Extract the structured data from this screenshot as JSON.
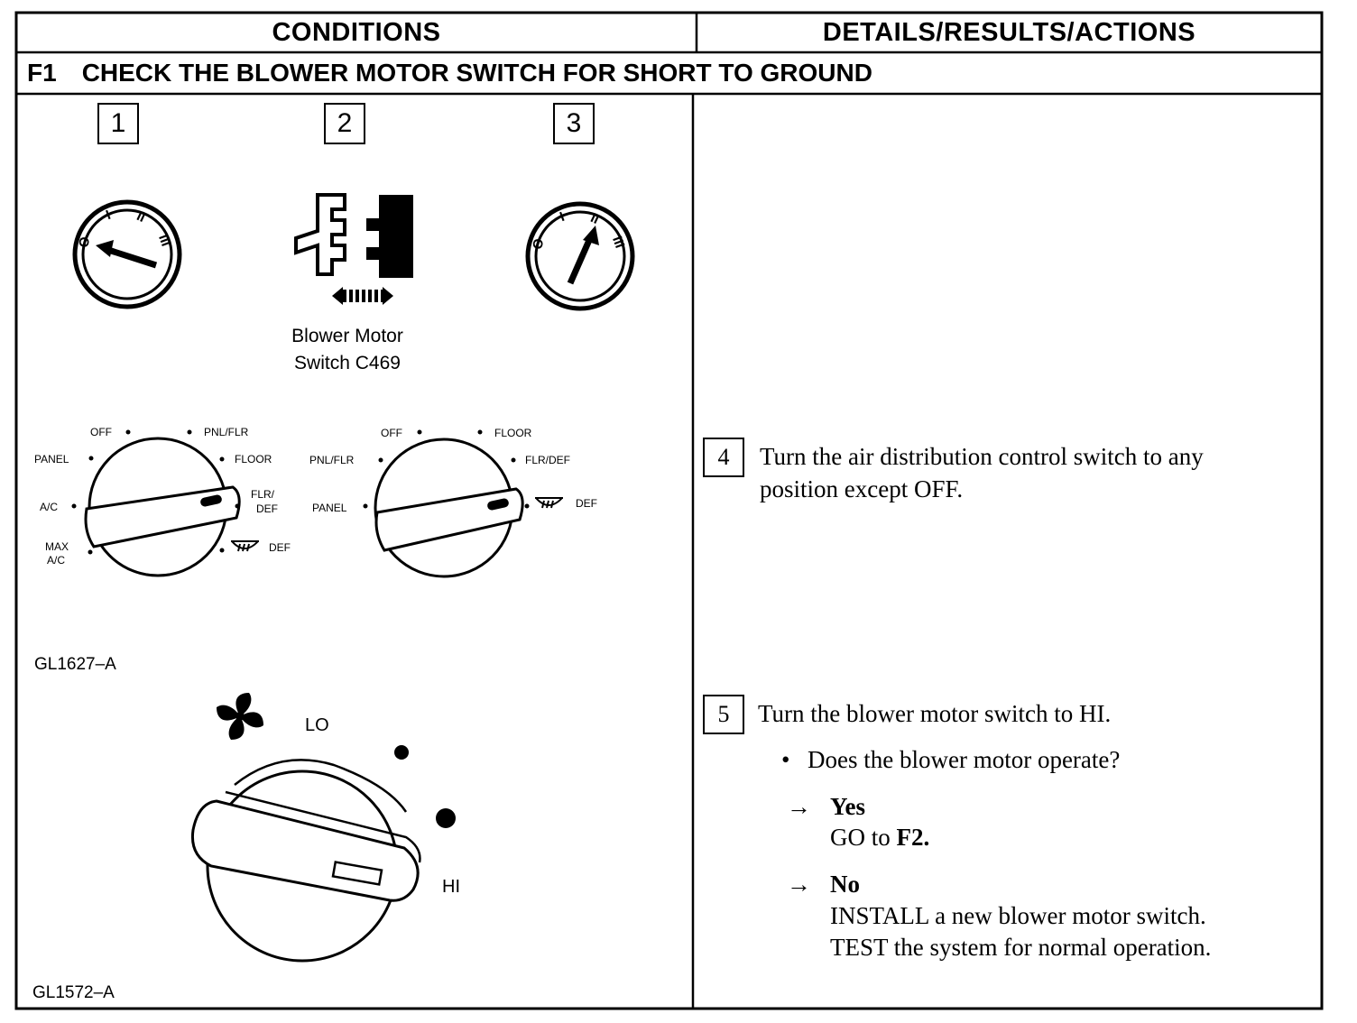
{
  "header": {
    "conditions": "CONDITIONS",
    "details": "DETAILS/RESULTS/ACTIONS"
  },
  "test": {
    "id": "F1",
    "title": "CHECK THE BLOWER MOTOR SWITCH FOR SHORT TO GROUND"
  },
  "figure1": {
    "steps": [
      "1",
      "2",
      "3"
    ],
    "switch_label_line1": "Blower Motor",
    "switch_label_line2": "Switch C469",
    "ignition_positions": [
      "O",
      "I",
      "II",
      "III"
    ],
    "dial_left": {
      "off": "OFF",
      "pnl_flr": "PNL/FLR",
      "panel": "PANEL",
      "floor": "FLOOR",
      "ac": "A/C",
      "flr_def_1": "FLR/",
      "flr_def_2": "DEF",
      "max_ac_1": "MAX",
      "max_ac_2": "A/C",
      "def": "DEF"
    },
    "dial_right": {
      "off": "OFF",
      "floor": "FLOOR",
      "pnl_flr": "PNL/FLR",
      "flr_def": "FLR/DEF",
      "panel": "PANEL",
      "def": "DEF"
    },
    "code": "GL1627–A"
  },
  "figure2": {
    "lo": "LO",
    "hi": "HI",
    "code": "GL1572–A"
  },
  "step4": {
    "num": "4",
    "line1": "Turn the air distribution control switch to any",
    "line2": "position except OFF."
  },
  "step5": {
    "num": "5",
    "text": "Turn the blower motor switch to HI.",
    "bullet": "Does the blower motor operate?",
    "yes_label": "Yes",
    "yes_pre": "GO to ",
    "yes_target": "F2.",
    "no_label": "No",
    "no_line1": "INSTALL a new blower motor switch.",
    "no_line2": "TEST the system for normal operation."
  }
}
